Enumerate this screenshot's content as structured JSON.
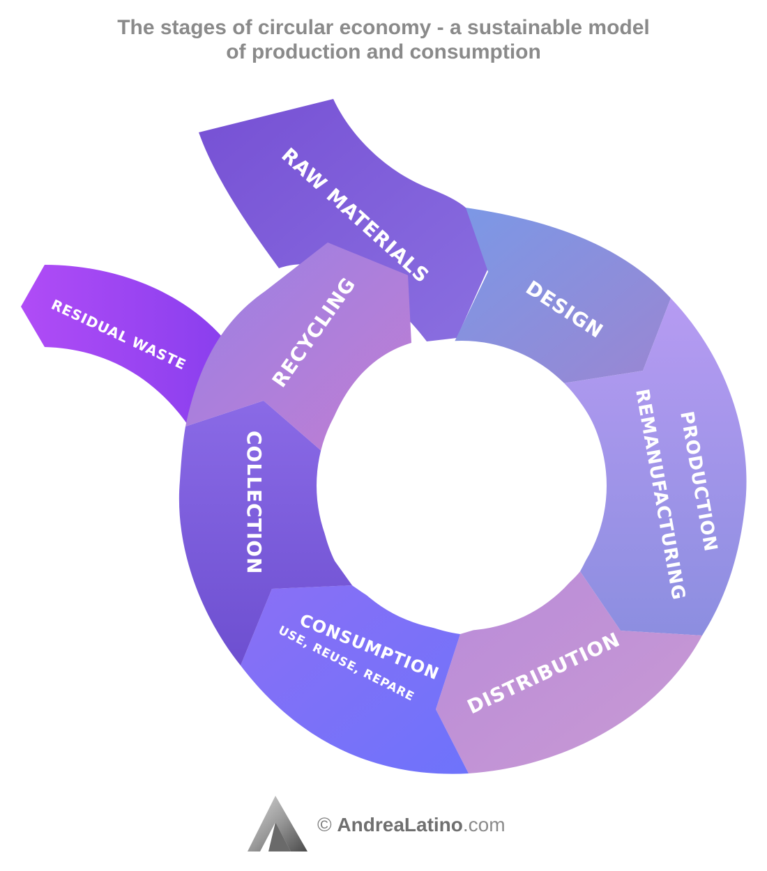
{
  "title": {
    "line1": "The stages of circular economy - a sustainable model",
    "line2": "of production and consumption"
  },
  "stages": {
    "raw_materials": "RAW MATERIALS",
    "design": "DESIGN",
    "production": "PRODUCTION",
    "remanufacturing": "REMANUFACTURING",
    "distribution": "DISTRIBUTION",
    "consumption": "CONSUMPTION",
    "consumption_sub": "USE, REUSE, REPARE",
    "collection": "COLLECTION",
    "recycling": "RECYCLING",
    "residual_waste": "RESIDUAL WASTE"
  },
  "footer": {
    "copyright": "©",
    "brand": "AndreaLatino",
    "domain": ".com"
  },
  "colors": {
    "title": "#8a8a8a",
    "design": "#8f8fdc",
    "production": "#a993ea",
    "distribution": "#c496d6",
    "consumption": "#7a6ff7",
    "collection": "#7f5fe0",
    "recycling": "#a07fe6",
    "raw_materials": "#7f5fd8",
    "residual_waste": "#a64cf2"
  }
}
